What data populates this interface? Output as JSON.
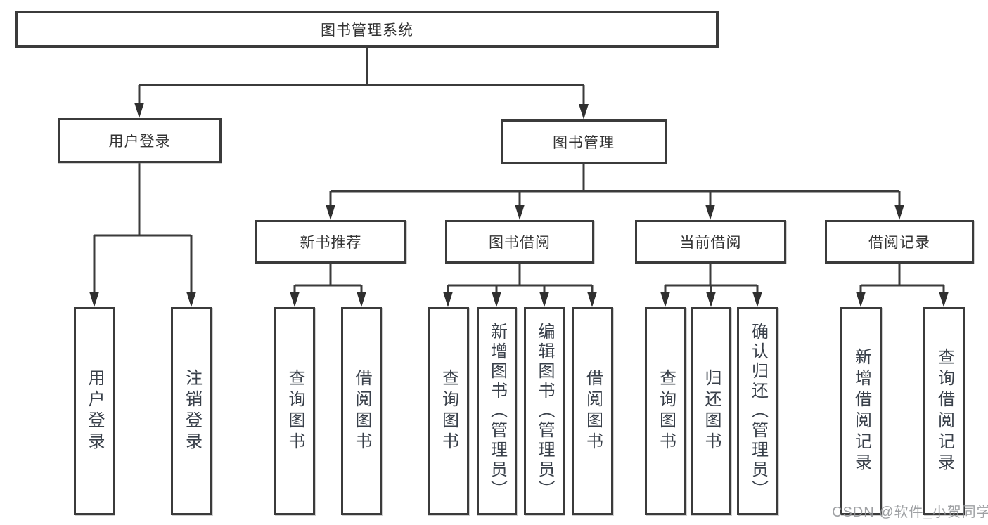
{
  "diagram": {
    "root": {
      "label": "图书管理系统"
    },
    "level2": [
      {
        "id": "user-login",
        "label": "用户登录"
      },
      {
        "id": "book-management",
        "label": "图书管理"
      }
    ],
    "level3": [
      {
        "id": "new-book-recommend",
        "label": "新书推荐",
        "parent": "图书管理"
      },
      {
        "id": "book-borrow",
        "label": "图书借阅",
        "parent": "图书管理"
      },
      {
        "id": "current-borrow",
        "label": "当前借阅",
        "parent": "图书管理"
      },
      {
        "id": "borrow-records",
        "label": "借阅记录",
        "parent": "图书管理"
      }
    ],
    "leaves": [
      {
        "label": "用户登录",
        "parent": "用户登录"
      },
      {
        "label": "注销登录",
        "parent": "用户登录"
      },
      {
        "label": "查询图书",
        "parent": "新书推荐"
      },
      {
        "label": "借阅图书",
        "parent": "新书推荐"
      },
      {
        "label": "查询图书",
        "parent": "图书借阅"
      },
      {
        "label": "新增图书（管理员）",
        "parent": "图书借阅"
      },
      {
        "label": "编辑图书（管理员）",
        "parent": "图书借阅"
      },
      {
        "label": "借阅图书",
        "parent": "图书借阅"
      },
      {
        "label": "查询图书",
        "parent": "当前借阅"
      },
      {
        "label": "归还图书",
        "parent": "当前借阅"
      },
      {
        "label": "确认归还（管理员）",
        "parent": "当前借阅"
      },
      {
        "label": "新增借阅记录",
        "parent": "借阅记录"
      },
      {
        "label": "查询借阅记录",
        "parent": "借阅记录"
      }
    ]
  },
  "watermark": {
    "text": "CSDN @软件_小贺同学"
  },
  "colors": {
    "line": "#3b3b3b",
    "box_border": "#3b3b3b",
    "node_text": "#333333",
    "leaf_text": "#39404a",
    "watermark": "#949699",
    "background": "#ffffff"
  }
}
